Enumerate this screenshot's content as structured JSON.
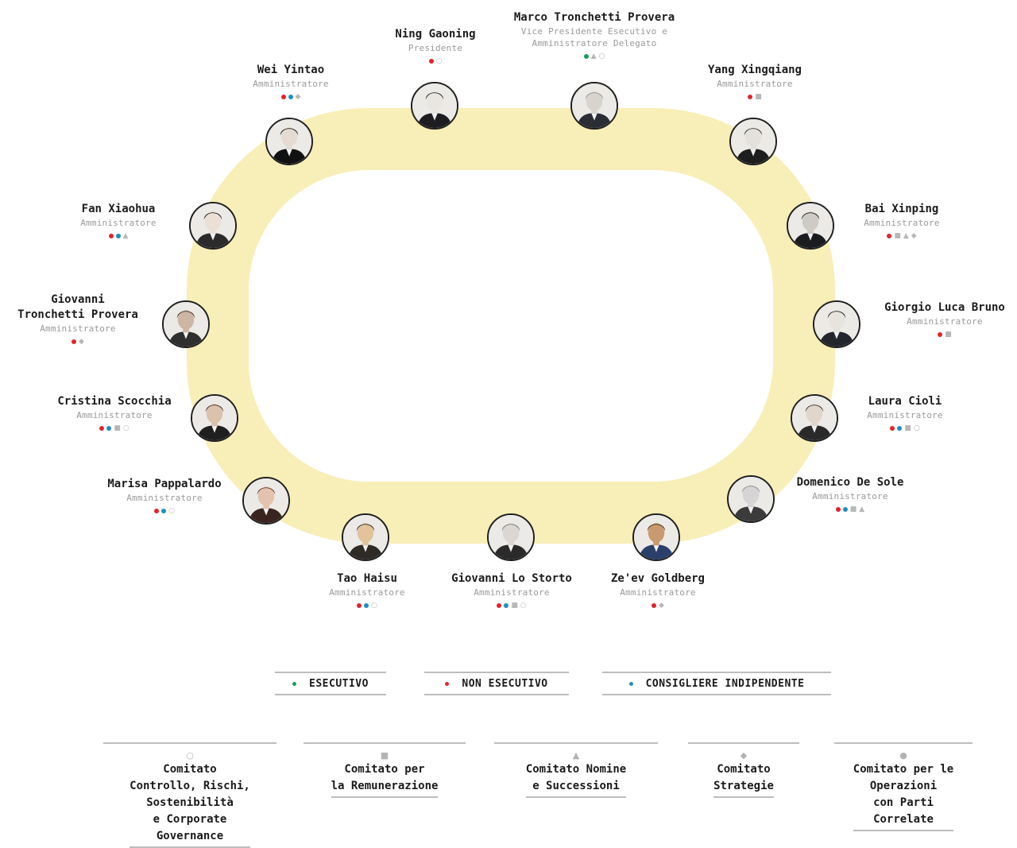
{
  "colors": {
    "track": "#f8eeb7",
    "executive": "#1a9c5a",
    "non_executive": "#e3242b",
    "independent": "#1e8fc2",
    "committee_mark": "#b7b7b7"
  },
  "members": [
    {
      "name": "Ning Gaoning",
      "role": "Presidente",
      "marks": [
        "non_executive",
        "circle-outline-icon"
      ]
    },
    {
      "name": "Marco Tronchetti Provera",
      "role": "Vice Presidente Esecutivo e\nAmministratore Delegato",
      "marks": [
        "executive",
        "triangle-icon",
        "circle-outline-icon"
      ]
    },
    {
      "name": "Yang Xingqiang",
      "role": "Amministratore",
      "marks": [
        "non_executive",
        "square-icon"
      ]
    },
    {
      "name": "Bai Xinping",
      "role": "Amministratore",
      "marks": [
        "non_executive",
        "square-icon",
        "triangle-icon",
        "diamond-icon"
      ]
    },
    {
      "name": "Giorgio Luca Bruno",
      "role": "Amministratore",
      "marks": [
        "non_executive",
        "square-icon"
      ]
    },
    {
      "name": "Laura Cioli",
      "role": "Amministratore",
      "marks": [
        "non_executive",
        "independent",
        "square-icon",
        "circle-outline-icon"
      ]
    },
    {
      "name": "Domenico De Sole",
      "role": "Amministratore",
      "marks": [
        "non_executive",
        "independent",
        "square-icon",
        "triangle-icon"
      ]
    },
    {
      "name": "Ze'ev Goldberg",
      "role": "Amministratore",
      "marks": [
        "non_executive",
        "diamond-icon"
      ]
    },
    {
      "name": "Giovanni Lo Storto",
      "role": "Amministratore",
      "marks": [
        "non_executive",
        "independent",
        "square-icon",
        "circle-outline-icon"
      ]
    },
    {
      "name": "Tao Haisu",
      "role": "Amministratore",
      "marks": [
        "non_executive",
        "independent",
        "circle-outline-icon"
      ]
    },
    {
      "name": "Marisa Pappalardo",
      "role": "Amministratore",
      "marks": [
        "non_executive",
        "independent",
        "circle-outline-icon"
      ]
    },
    {
      "name": "Cristina Scocchia",
      "role": "Amministratore",
      "marks": [
        "non_executive",
        "independent",
        "square-icon",
        "circle-outline-icon"
      ]
    },
    {
      "name": "Giovanni\nTronchetti Provera",
      "role": "Amministratore",
      "marks": [
        "non_executive",
        "diamond-icon"
      ]
    },
    {
      "name": "Fan Xiaohua",
      "role": "Amministratore",
      "marks": [
        "non_executive",
        "independent",
        "triangle-icon"
      ]
    },
    {
      "name": "Wei Yintao",
      "role": "Amministratore",
      "marks": [
        "non_executive",
        "independent",
        "diamond-icon"
      ]
    }
  ],
  "legend": [
    {
      "key": "executive",
      "label": "ESECUTIVO"
    },
    {
      "key": "non_executive",
      "label": "NON ESECUTIVO"
    },
    {
      "key": "independent",
      "label": "CONSIGLIERE INDIPENDENTE"
    }
  ],
  "committees": [
    {
      "icon": "circle-outline-icon",
      "glyph": "○",
      "title": "Comitato\nControllo, Rischi,\nSostenibilità\ne Corporate\nGovernance"
    },
    {
      "icon": "square-icon",
      "glyph": "■",
      "title": "Comitato per\nla Remunerazione"
    },
    {
      "icon": "triangle-icon",
      "glyph": "▲",
      "title": "Comitato Nomine\ne Successioni"
    },
    {
      "icon": "diamond-icon",
      "glyph": "◆",
      "title": "Comitato\nStrategie"
    },
    {
      "icon": "circle-outline-icon",
      "glyph": "●",
      "title": "Comitato per le\nOperazioni\ncon Parti\nCorrelate"
    }
  ]
}
